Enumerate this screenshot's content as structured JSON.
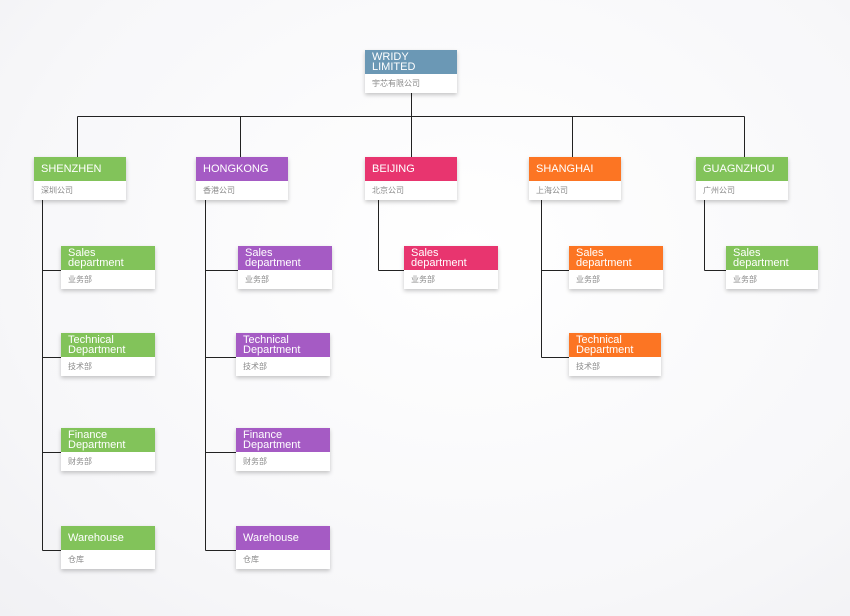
{
  "colors": {
    "root": "#6b98b5",
    "shenzhen": "#82c35a",
    "hongkong": "#a55bc4",
    "beijing": "#e8356f",
    "shanghai": "#fc7523",
    "guagnzhou": "#82c35a",
    "line": "#222222"
  },
  "root": {
    "title": "WRIDY LIMITED",
    "subtitle": "宇芯有限公司"
  },
  "branches": [
    {
      "key": "shenzhen",
      "title": "SHENZHEN",
      "subtitle": "深圳公司",
      "departments": [
        {
          "title": "Sales department",
          "subtitle": "业务部"
        },
        {
          "title": "Technical Department",
          "subtitle": "技术部"
        },
        {
          "title": "Finance Department",
          "subtitle": "财务部"
        },
        {
          "title": "Warehouse",
          "subtitle": "仓库"
        }
      ]
    },
    {
      "key": "hongkong",
      "title": "HONGKONG",
      "subtitle": "香港公司",
      "departments": [
        {
          "title": "Sales department",
          "subtitle": "业务部"
        },
        {
          "title": "Technical Department",
          "subtitle": "技术部"
        },
        {
          "title": "Finance Department",
          "subtitle": "财务部"
        },
        {
          "title": "Warehouse",
          "subtitle": "仓库"
        }
      ]
    },
    {
      "key": "beijing",
      "title": "BEIJING",
      "subtitle": "北京公司",
      "departments": [
        {
          "title": "Sales department",
          "subtitle": "业务部"
        }
      ]
    },
    {
      "key": "shanghai",
      "title": "SHANGHAI",
      "subtitle": "上海公司",
      "departments": [
        {
          "title": "Sales department",
          "subtitle": "业务部"
        },
        {
          "title": "Technical Department",
          "subtitle": "技术部"
        }
      ]
    },
    {
      "key": "guagnzhou",
      "title": "GUAGNZHOU",
      "subtitle": "广州公司",
      "departments": [
        {
          "title": "Sales department",
          "subtitle": "业务部"
        }
      ]
    }
  ]
}
